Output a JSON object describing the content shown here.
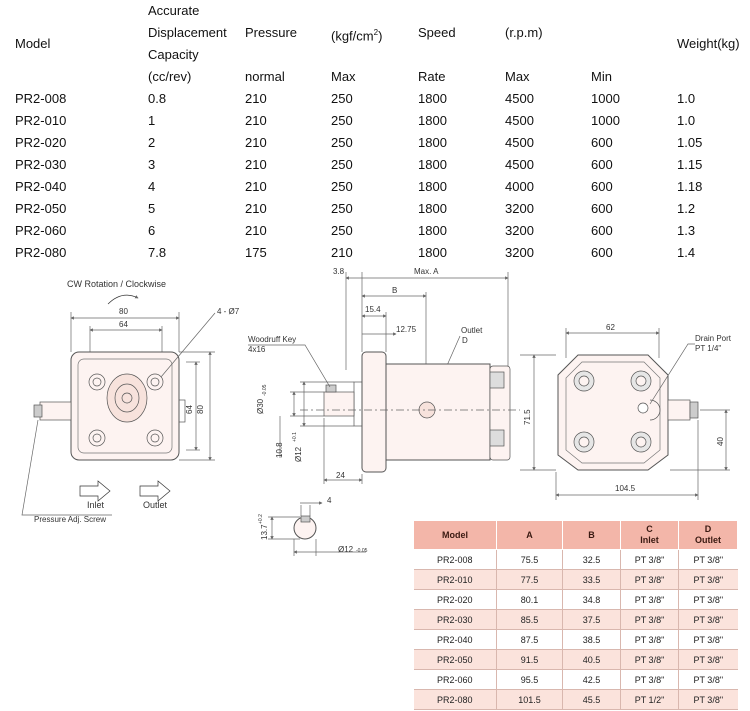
{
  "spec_table": {
    "headers": {
      "model": "Model",
      "disp_line1": "Accurate",
      "disp_line2": "Displacement",
      "disp_line3": "Capacity",
      "disp_unit": "(cc/rev)",
      "pressure": "Pressure",
      "pressure_unit_prefix": "(kgf/cm",
      "pressure_unit_sup": "2",
      "pressure_unit_suffix": ")",
      "speed": "Speed",
      "speed_unit": "(r.p.m)",
      "weight": "Weight(kg)",
      "normal": "normal",
      "max1": "Max",
      "rate": "Rate",
      "max2": "Max",
      "min": "Min"
    },
    "rows": [
      [
        "PR2-008",
        "0.8",
        "210",
        "250",
        "1800",
        "4500",
        "1000",
        "1.0"
      ],
      [
        "PR2-010",
        "1",
        "210",
        "250",
        "1800",
        "4500",
        "1000",
        "1.0"
      ],
      [
        "PR2-020",
        "2",
        "210",
        "250",
        "1800",
        "4500",
        "600",
        "1.05"
      ],
      [
        "PR2-030",
        "3",
        "210",
        "250",
        "1800",
        "4500",
        "600",
        "1.15"
      ],
      [
        "PR2-040",
        "4",
        "210",
        "250",
        "1800",
        "4000",
        "600",
        "1.18"
      ],
      [
        "PR2-050",
        "5",
        "210",
        "250",
        "1800",
        "3200",
        "600",
        "1.2"
      ],
      [
        "PR2-060",
        "6",
        "210",
        "250",
        "1800",
        "3200",
        "600",
        "1.3"
      ],
      [
        "PR2-080",
        "7.8",
        "175",
        "210",
        "1800",
        "3200",
        "600",
        "1.4"
      ]
    ]
  },
  "drawing": {
    "rotation": "CW Rotation / Clockwise",
    "front": {
      "dim_80": "80",
      "dim_64": "64",
      "holes": "4 - Ø7",
      "dim_side_80": "80",
      "dim_side_64": "64",
      "inlet": "Inlet",
      "outlet": "Outlet",
      "pressure_screw": "Pressure Adj. Screw"
    },
    "side": {
      "dim_38": "3.8",
      "max_a": "Max. A",
      "dim_b": "B",
      "dim_154": "15.4",
      "dim_1275": "12.75",
      "outlet": "Outlet",
      "outlet_d": "D",
      "woodruff": "Woodruff Key",
      "woodruff_size": "4x16",
      "shaft_30": "Ø30",
      "shaft_30_tol": "-0.05",
      "shaft_12": "Ø12",
      "shaft_12_tol": "+0.1",
      "dim_108": "10.8",
      "dim_24": "24"
    },
    "rear": {
      "dim_62": "62",
      "drain_port": "Drain Port",
      "drain_size": "PT 1/4\"",
      "dim_715": "71.5",
      "dim_40": "40",
      "dim_1045": "104.5"
    },
    "shaft_detail": {
      "dim_4": "4",
      "dim_137": "13.7",
      "dim_137_tol": "+0.2",
      "dim_12": "Ø12",
      "dim_12_tol": "-0.05"
    }
  },
  "dim_table": {
    "headers": [
      "Model",
      "A",
      "B",
      "C",
      "D"
    ],
    "subheaders": [
      "",
      "",
      "",
      "Inlet",
      "Outlet"
    ],
    "rows": [
      [
        "PR2-008",
        "75.5",
        "32.5",
        "PT 3/8\"",
        "PT 3/8\""
      ],
      [
        "PR2-010",
        "77.5",
        "33.5",
        "PT 3/8\"",
        "PT 3/8\""
      ],
      [
        "PR2-020",
        "80.1",
        "34.8",
        "PT 3/8\"",
        "PT 3/8\""
      ],
      [
        "PR2-030",
        "85.5",
        "37.5",
        "PT 3/8\"",
        "PT 3/8\""
      ],
      [
        "PR2-040",
        "87.5",
        "38.5",
        "PT 3/8\"",
        "PT 3/8\""
      ],
      [
        "PR2-050",
        "91.5",
        "40.5",
        "PT 3/8\"",
        "PT 3/8\""
      ],
      [
        "PR2-060",
        "95.5",
        "42.5",
        "PT 3/8\"",
        "PT 3/8\""
      ],
      [
        "PR2-080",
        "101.5",
        "45.5",
        "PT 1/2\"",
        "PT 3/8\""
      ]
    ]
  }
}
